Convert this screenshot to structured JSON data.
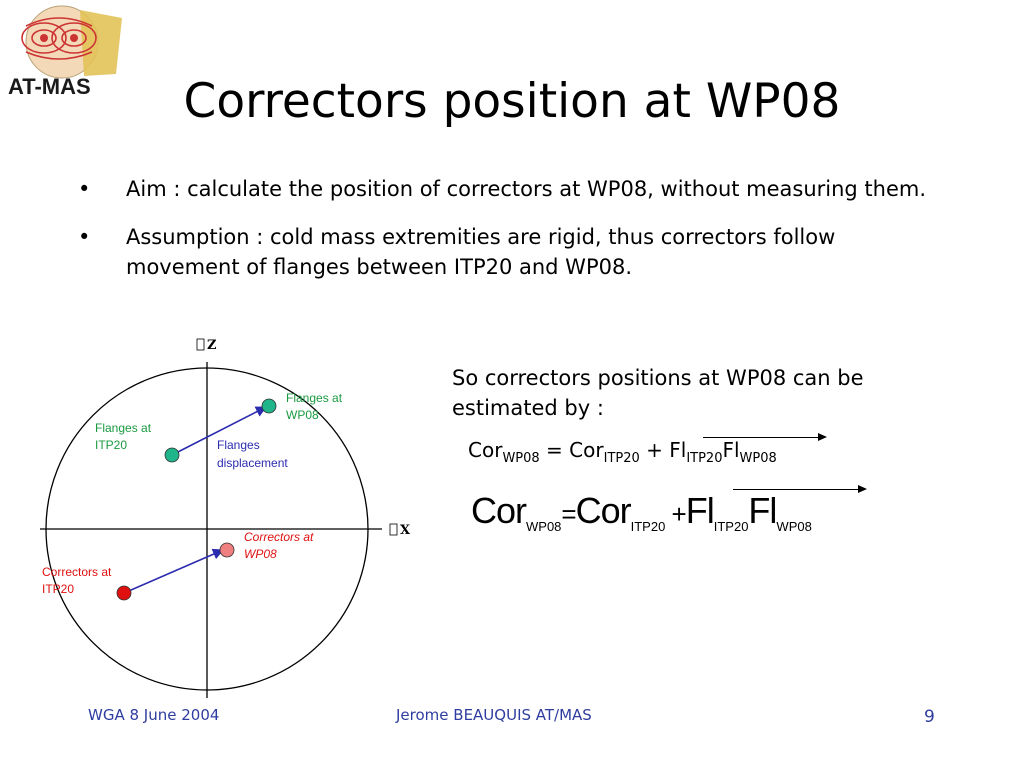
{
  "logo": {
    "text": "AT-MAS"
  },
  "title": "Correctors position at WP08",
  "bullets": [
    {
      "marker": "•",
      "text": "Aim : calculate the position of correctors at WP08, without measuring them."
    },
    {
      "marker": "•",
      "text": " Assumption : cold mass extremities are rigid, thus correctors follow movement of flanges between ITP20 and WP08."
    }
  ],
  "diagram": {
    "z_axis_label": "Z",
    "x_axis_label": "X",
    "flanges_itp20": [
      "Flanges at",
      "ITP20"
    ],
    "flanges_wp08": [
      "Flanges at",
      "WP08"
    ],
    "flanges_displacement": [
      "Flanges",
      "displacement"
    ],
    "correctors_wp08": [
      "Correctors at",
      "WP08"
    ],
    "correctors_itp20": [
      "Correctors at",
      "ITP20"
    ],
    "colors": {
      "flanges": "#1a9a40",
      "flange_points": "#1fb489",
      "correctors": "#e01010",
      "corrector_wp08_point": "#f08080",
      "arrow": "#2b2bb0"
    }
  },
  "estimate": {
    "text": "So correctors positions at WP08 can be estimated by :",
    "formula1": {
      "cor": "Cor",
      "sub_wp08": "WP08",
      "eq": " = ",
      "cor2": "Cor",
      "sub_itp20": "ITP20",
      "plus": " + ",
      "fl": "Fl",
      "sub_itp20b": "ITP20",
      "fl2": "Fl",
      "sub_wp08b": "WP08"
    },
    "formula2": {
      "cor": "Cor",
      "sub_wp08": "WP08",
      "eq": "=",
      "cor2": "Cor",
      "sub_itp20": "ITP20",
      "plus": " +",
      "fl": "Fl",
      "sub_itp20b": "ITP20",
      "fl2": "Fl",
      "sub_wp08b": "WP08"
    }
  },
  "footer": {
    "left": "WGA  8 June 2004",
    "center": "Jerome BEAUQUIS AT/MAS",
    "page": "9"
  }
}
